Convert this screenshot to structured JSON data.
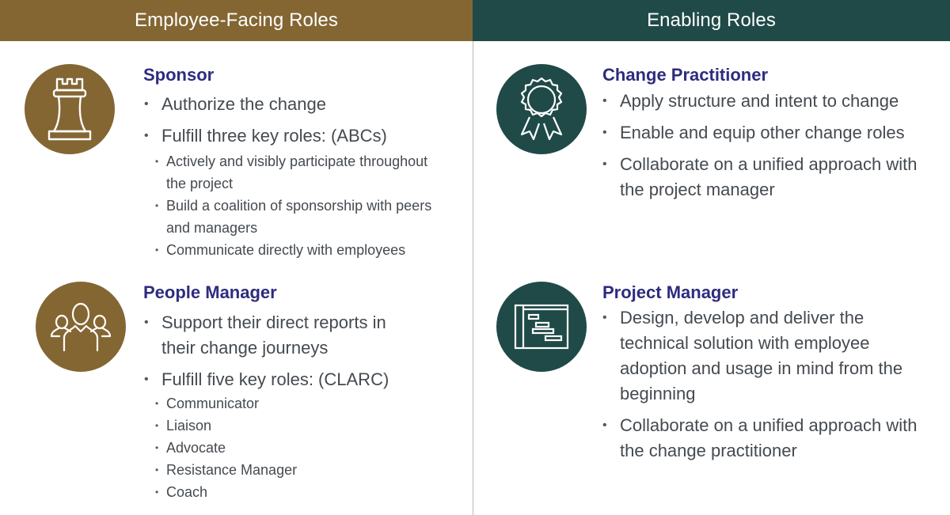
{
  "headers": {
    "left": "Employee-Facing Roles",
    "right": "Enabling Roles"
  },
  "colors": {
    "employee_facing": "#846633",
    "enabling": "#1F4A48",
    "role_title": "#2E2C7E",
    "body_text": "#444A50"
  },
  "roles": {
    "sponsor": {
      "title": "Sponsor",
      "icon": "chess-rook-icon",
      "bullets": [
        "Authorize the change",
        "Fulfill three key roles: (ABCs)"
      ],
      "sub_bullets": [
        "Actively and visibly participate throughout the project",
        "Build a coalition of sponsorship with peers and managers",
        "Communicate directly with employees"
      ]
    },
    "people_manager": {
      "title": "People Manager",
      "icon": "people-group-icon",
      "bullets": [
        "Support their direct reports in their change journeys",
        "Fulfill five key roles: (CLARC)"
      ],
      "sub_bullets": [
        "Communicator",
        "Liaison",
        "Advocate",
        "Resistance Manager",
        "Coach"
      ]
    },
    "change_practitioner": {
      "title": "Change Practitioner",
      "icon": "award-ribbon-icon",
      "bullets": [
        "Apply structure and intent to change",
        "Enable and equip other change roles",
        "Collaborate on a unified approach with the project manager"
      ]
    },
    "project_manager": {
      "title": "Project Manager",
      "icon": "gantt-chart-icon",
      "bullets": [
        "Design, develop and deliver the technical solution with employee adoption and usage in mind from the beginning",
        "Collaborate on a unified approach with the change practitioner"
      ]
    }
  }
}
